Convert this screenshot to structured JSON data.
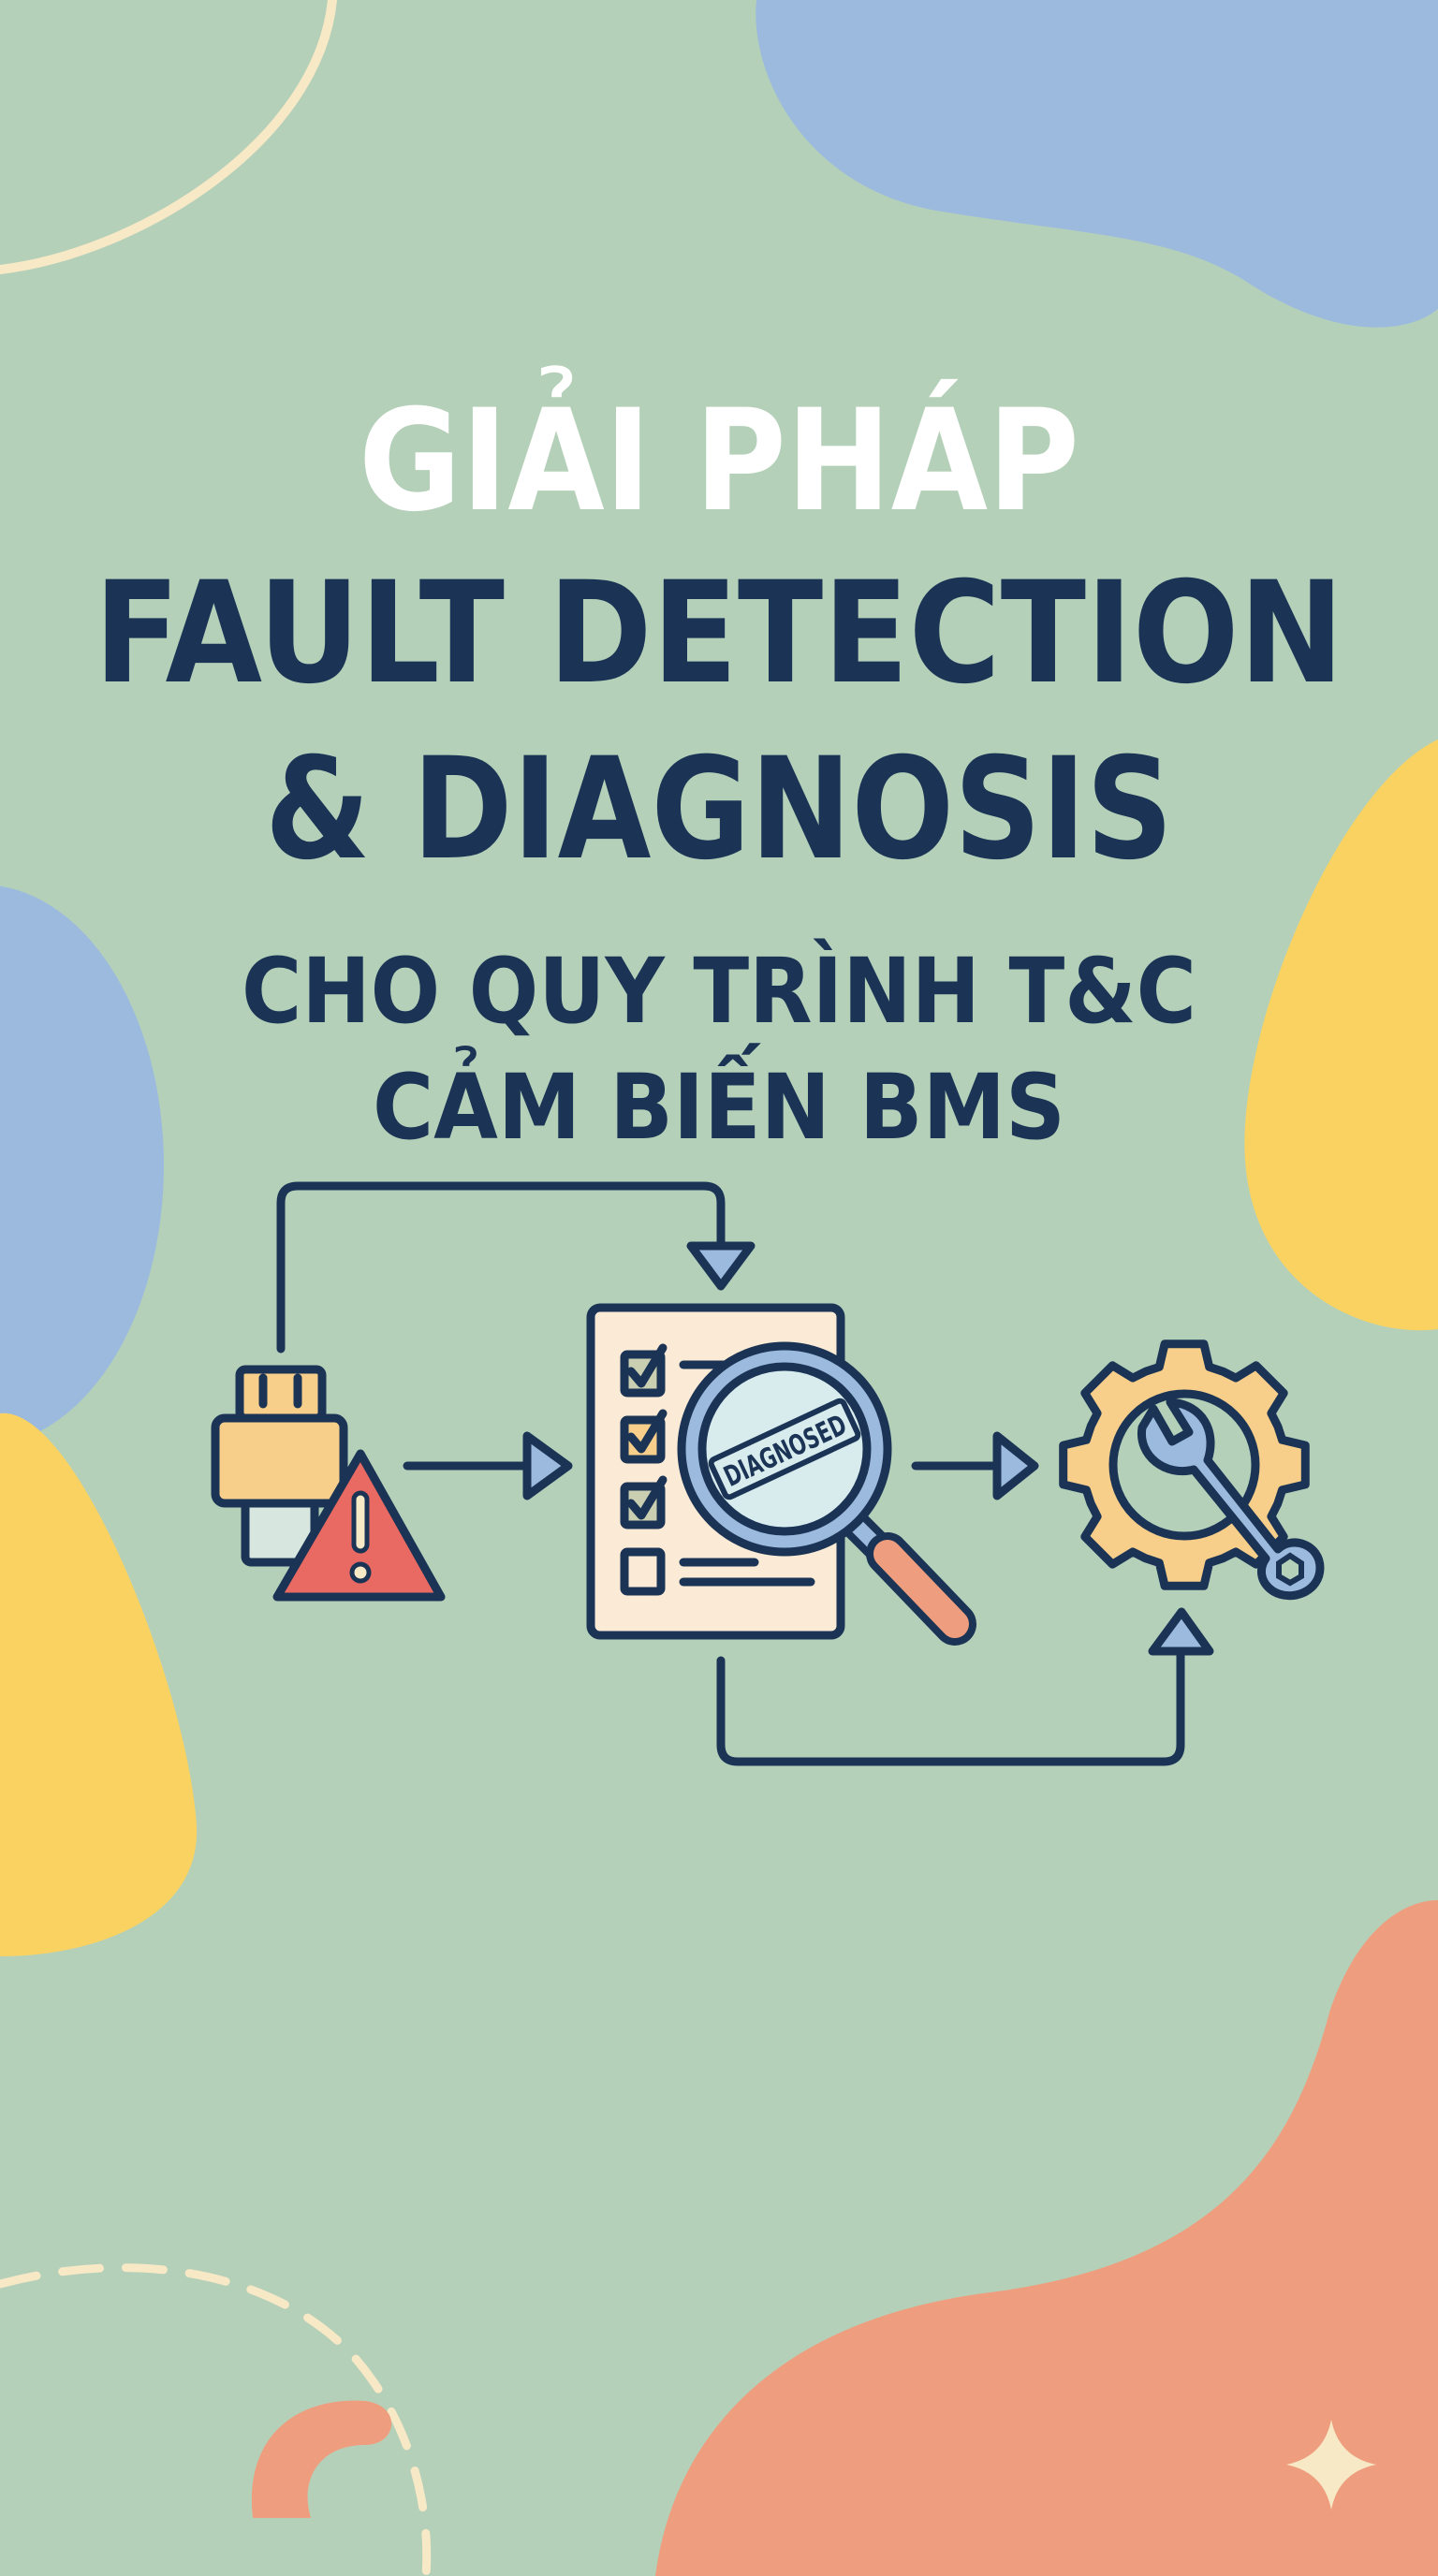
{
  "title": {
    "line1": "GIẢI PHÁP",
    "line2": "FAULT DETECTION",
    "line3": "& DIAGNOSIS",
    "line4": "CHO QUY TRÌNH T&C",
    "line5": "CẢM BIẾN BMS"
  },
  "diagram": {
    "stamp_label": "DIAGNOSED",
    "icons": [
      "sensor-icon",
      "warning-icon",
      "checklist-icon",
      "magnifier-icon",
      "gear-icon",
      "wrench-icon"
    ]
  },
  "colors": {
    "background": "#b5d0b9",
    "navy": "#1b3455",
    "white": "#ffffff",
    "blue": "#9bbade",
    "yellow": "#f9d262",
    "orange": "#ee9e7e",
    "cream": "#f7e8c6",
    "red": "#e96a62"
  }
}
